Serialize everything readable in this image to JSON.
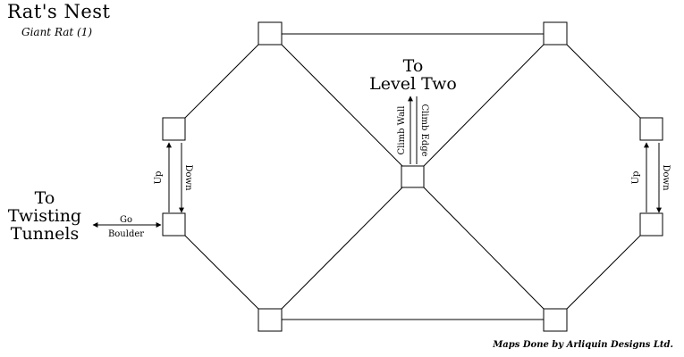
{
  "map": {
    "title": "Rat's Nest",
    "subtitle": "Giant Rat (1)",
    "credit": "Maps Done by Arliquin Designs Ltd."
  },
  "destinations": {
    "west_line1": "To",
    "west_line2": "Twisting",
    "west_line3": "Tunnels",
    "up_line1": "To",
    "up_line2": "Level Two"
  },
  "exits": {
    "go": "Go",
    "boulder": "Boulder",
    "climb_wall": "Climb Wall",
    "climb_edge": "Climb Edge",
    "up_left": "Up",
    "down_left": "Down",
    "up_right": "Up",
    "down_right": "Down"
  }
}
